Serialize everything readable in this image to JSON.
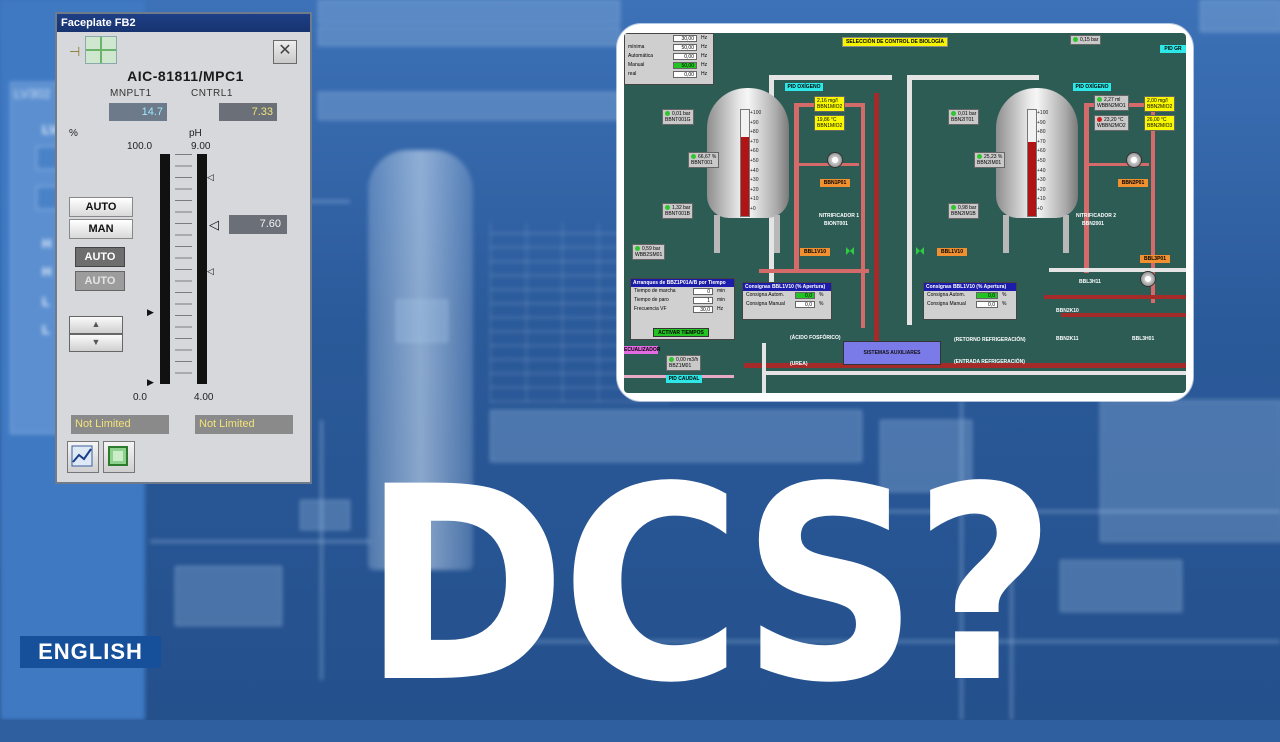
{
  "background": {
    "left_window_title": "LV302",
    "left_window_letters": [
      "LV",
      "H",
      "H",
      "L",
      "L"
    ]
  },
  "faceplate": {
    "title": "Faceplate FB2",
    "tag": "AIC-81811/MPC1",
    "mv_label": "MNPLT1",
    "pv_label": "CNTRL1",
    "mv_value": "14.7",
    "pv_value": "7.33",
    "mv_unit": "%",
    "pv_unit": "pH",
    "mv_scale_high": "100.0",
    "mv_scale_low": "0.0",
    "pv_scale_high": "9.00",
    "pv_scale_low": "4.00",
    "setpoint_value": "7.60",
    "buttons": {
      "auto_mode": "AUTO",
      "man_mode": "MAN",
      "auto_active": "AUTO",
      "auto_disabled": "AUTO"
    },
    "limit_left": "Not Limited",
    "limit_right": "Not Limited",
    "close_glyph": "✕"
  },
  "hmi": {
    "header_label": "SELECCIÓN DE CONTROL DE BIOLOGÍA",
    "top_table": {
      "rows": [
        {
          "label": "",
          "value": "30,00",
          "unit": "Hz"
        },
        {
          "label": "mínima",
          "value": "50,00",
          "unit": "Hz"
        },
        {
          "label": "Automática",
          "value": "0,00",
          "unit": "Hz"
        },
        {
          "label": "Manual",
          "value": "50,00",
          "unit": "Hz"
        },
        {
          "label": "real",
          "value": "0,00",
          "unit": "Hz"
        }
      ]
    },
    "top_right_inst": "0,15 bar",
    "pid_oxigeno_1": "PID OXÍGENO",
    "pid_oxigeno_2": "PID OXÍGENO",
    "pid_top_right": "PID GR",
    "tank1": {
      "scale": [
        "+100",
        "+90",
        "+80",
        "+70",
        "+60",
        "+50",
        "+40",
        "+30",
        "+20",
        "+10",
        "+0"
      ],
      "level": 75,
      "label": "NITRIFICADOR 1",
      "sub": "BIONT001",
      "inst_top": "0,01 bar",
      "inst_top_tag": "BBNT001G",
      "inst_mid": "66,67 %",
      "inst_mid_tag": "BBNT001",
      "inst_low": "1,32 bar",
      "inst_low_tag": "BBNT001B",
      "y1": "2,16 mg/l",
      "y1_tag": "BBN1MIO2",
      "y2": "19,86 °C",
      "y2_tag": "BBN1MIO2",
      "pump_tag": "BBN1P01",
      "valve_tag": "BBL1V10"
    },
    "tank2": {
      "scale": [
        "+100",
        "+90",
        "+80",
        "+70",
        "+60",
        "+50",
        "+40",
        "+30",
        "+20",
        "+10",
        "+0"
      ],
      "level": 70,
      "label": "NITRIFICADOR 2",
      "sub": "BBN2001",
      "inst_top": "0,01 bar",
      "inst_top_tag": "BBN2IT01",
      "inst_mid": "25,23 %",
      "inst_mid_tag": "BBN2IM01",
      "inst_low": "0,98 bar",
      "inst_low_tag": "BBN2IM1B",
      "y1": "2,00 mg/l",
      "y1_tag": "BBN2MIO2",
      "y2": "26,00 °C",
      "y2_tag": "BBN2MIO3",
      "pump_tag": "BBN2P01",
      "valve_tag": "BBL1V10",
      "left_inst_1": "2,27 ml",
      "left_inst_1_tag": "WBBN2MO1",
      "left_inst_2": "23,20 °C",
      "left_inst_2_tag": "WBBN2MO2"
    },
    "left_inst": "0,59 bar",
    "left_inst_tag": "WBB2SM01",
    "arranques_panel": {
      "title": "Arranques de BBZ1P01A/B por Tiempo",
      "rows": [
        {
          "label": "Tiempo de marcha",
          "value": "0",
          "unit": "min"
        },
        {
          "label": "Tiempo de paro",
          "value": "1",
          "unit": "min"
        },
        {
          "label": "Frecuencia VF",
          "value": "30,0",
          "unit": "Hz"
        }
      ],
      "button": "ACTIVAR TIEMPOS"
    },
    "consignas_1": {
      "title": "Consignas BBL1V10 (% Apertura)",
      "rows": [
        {
          "label": "Consigna Autom.",
          "value": "0,0",
          "unit": "%"
        },
        {
          "label": "Consigna Manual",
          "value": "0,0",
          "unit": "%"
        }
      ]
    },
    "consignas_2": {
      "title": "Consignas BBL1V10 (% Apertura)",
      "rows": [
        {
          "label": "Consigna Autom.",
          "value": "0,0",
          "unit": "%"
        },
        {
          "label": "Consigna Manual",
          "value": "0,0",
          "unit": "%"
        }
      ]
    },
    "sistemas": "SISTEMAS AUXILIARES",
    "acido": "(ÁCIDO FOSFÓRICO)",
    "urea": "(UREA)",
    "retorno": "(RETORNO REFRIGERACIÓN)",
    "entrada": "(ENTRADA REFRIGERACIÓN)",
    "ecualizador": "ECUALIZADOR",
    "pid_caudal": "PID CAUDAL",
    "bottom_inst": "0,00 m3/h",
    "bottom_inst_tag": "BBZ1M01",
    "right_pump_tag": "BBL3P01",
    "right_tags": [
      "BBL3H11",
      "BBN2K10",
      "BBN2K11",
      "BBL3H01"
    ]
  },
  "headline": "DCS?",
  "language_badge": "ENGLISH",
  "colors": {
    "background_blue": "#2f5f9e",
    "faceplate_gray": "#d7d8dc",
    "hmi_green": "#2d5c55",
    "badge_blue": "#164f9a",
    "headline": "#ffffff"
  }
}
